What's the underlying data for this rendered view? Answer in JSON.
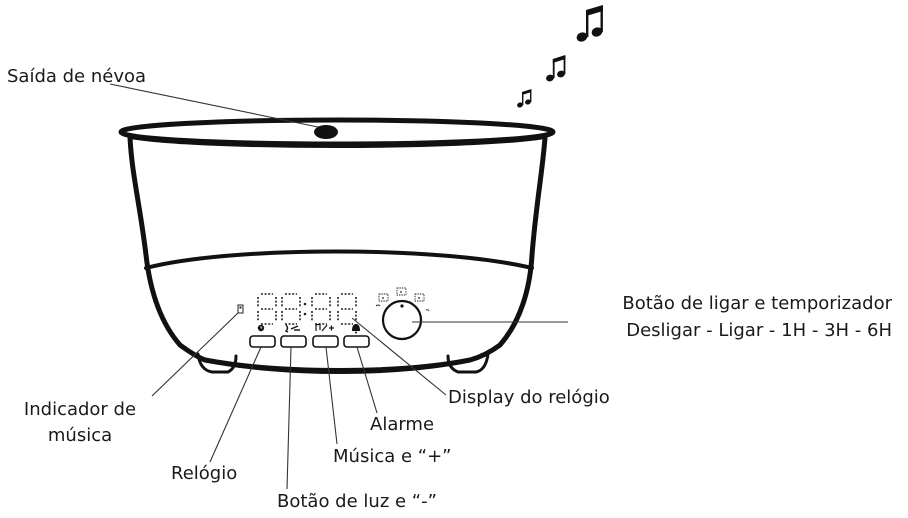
{
  "labels": {
    "mist_outlet": "Saída de névoa",
    "power_timer_line1": "Botão de ligar e temporizador",
    "power_timer_line2": "Desligar - Ligar - 1H - 3H - 6H",
    "music_indicator_line1": "Indicador de",
    "music_indicator_line2": "música",
    "clock_display": "Display do relógio",
    "alarm": "Alarme",
    "music_plus": "Música e “+”",
    "clock": "Relógio",
    "light_minus": "Botão de luz e “-”"
  },
  "display": {
    "digits": [
      "8",
      "8",
      "8",
      "8"
    ]
  },
  "icons": {
    "music_notes": "beamed-eighth-notes",
    "button_icons": [
      "clock-icon",
      "light-minus-icon",
      "music-plus-icon",
      "alarm-bell-icon"
    ]
  }
}
